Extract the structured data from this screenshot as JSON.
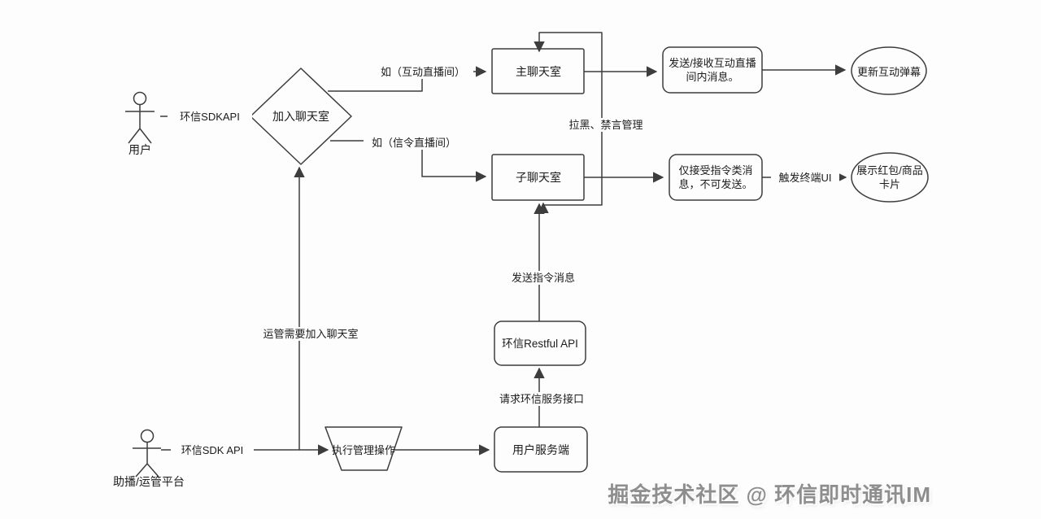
{
  "diagram": {
    "actors": {
      "user": {
        "label": "用户"
      },
      "ops": {
        "label": "助播/运管平台"
      }
    },
    "nodes": {
      "join_room": "加入聊天室",
      "main_room": "主聊天室",
      "sub_room": "子聊天室",
      "send_recv": [
        "发送/接收互动直播",
        "间内消息。"
      ],
      "update_danmaku": "更新互动弹幕",
      "cmd_only": [
        "仅接受指令类消",
        "息，不可发送。"
      ],
      "show_card": [
        "展示红包/商品",
        "卡片"
      ],
      "restful_api": "环信Restful API",
      "user_server": "用户服务端",
      "exec_ops": "执行管理操作"
    },
    "edge_labels": {
      "sdk_api_top": "环信SDKAPI",
      "interactive_room": "如（互动直播间）",
      "signal_room": "如（信令直播间）",
      "blacklist_mute": "拉黑、禁言管理",
      "send_cmd": "发送指令消息",
      "request_api": "请求环信服务接口",
      "ops_need_join": "运管需要加入聊天室",
      "sdk_api_bottom": "环信SDK API",
      "trigger_ui": "触发终端UI"
    },
    "watermark": "掘金技术社区 @ 环信即时通讯IM",
    "colors": {
      "line": "#3d3d3d",
      "text": "#1c1c1c",
      "background": "#fdfdfd",
      "watermark": "#8e8e8e"
    }
  }
}
